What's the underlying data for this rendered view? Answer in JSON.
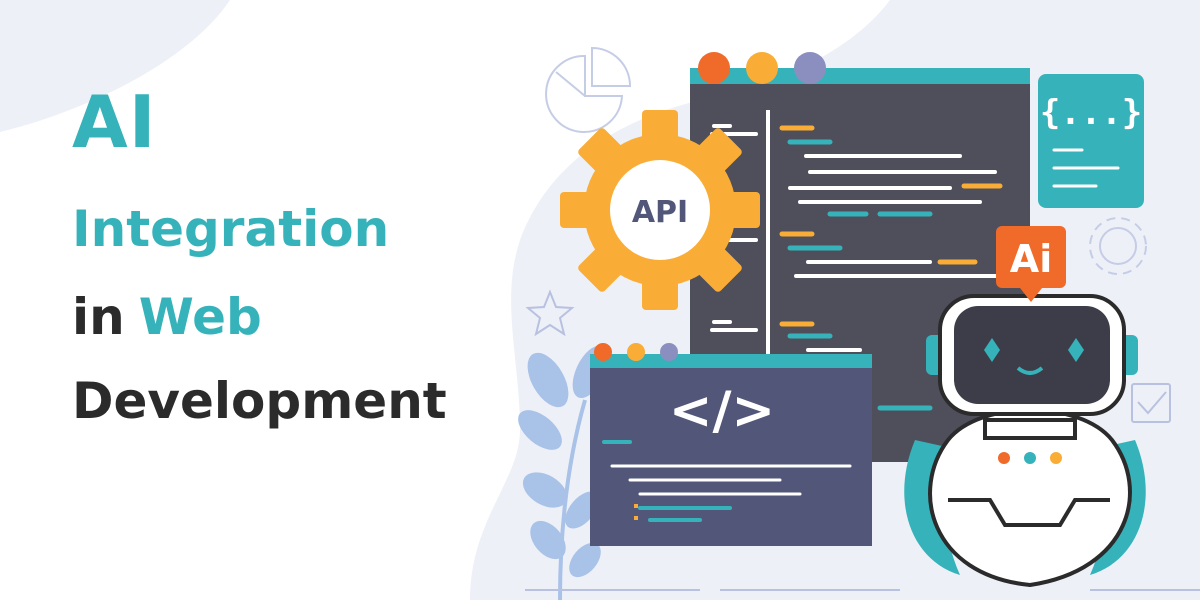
{
  "headline": {
    "line1": "AI",
    "line2": "Integration",
    "line3_word1": "in",
    "line3_word2": "Web",
    "line4": "Development"
  },
  "labels": {
    "gear": "API",
    "code_window": "</>",
    "json_card": "{...}",
    "ai_badge": "Ai"
  },
  "colors": {
    "teal": "#36b3ba",
    "dark_text": "#2b2b2b",
    "editor_bg": "#4e4f5b",
    "code_window_bg": "#52577a",
    "gear_orange": "#f9ad36",
    "badge_orange": "#f06a2a",
    "light_blue_bg": "#eef0f8",
    "leaf_blue": "#a9c2e8"
  },
  "icons": [
    "pie-chart-icon",
    "gear-icon",
    "star-icon",
    "checkbox-icon",
    "robot-icon",
    "leaf-plant-icon"
  ]
}
